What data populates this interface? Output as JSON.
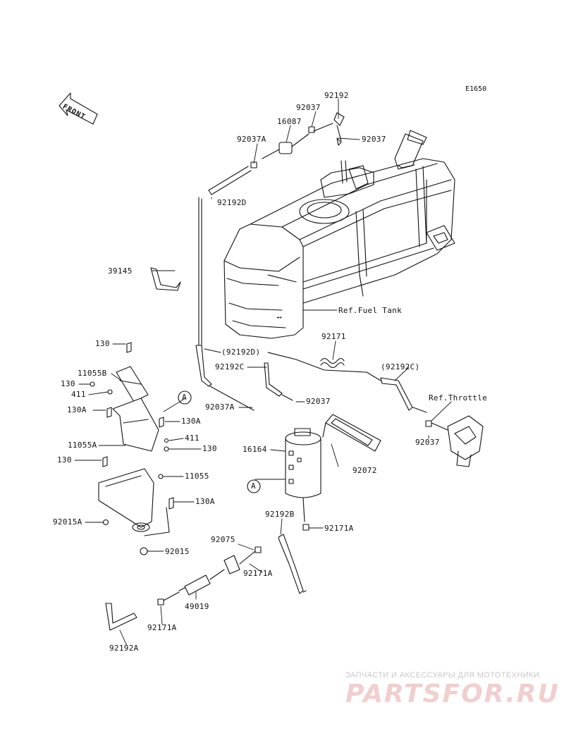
{
  "diagram": {
    "code": "E1650",
    "front_label": "FRONT",
    "callouts": [
      {
        "id": "92192-top",
        "text": "92192"
      },
      {
        "id": "92037-a",
        "text": "92037"
      },
      {
        "id": "16087",
        "text": "16087"
      },
      {
        "id": "92037-b",
        "text": "92037"
      },
      {
        "id": "92037A-top",
        "text": "92037A"
      },
      {
        "id": "92192D",
        "text": "92192D"
      },
      {
        "id": "39145",
        "text": "39145"
      },
      {
        "id": "ref-fuel-tank",
        "text": "Ref.Fuel Tank"
      },
      {
        "id": "92171",
        "text": "92171"
      },
      {
        "id": "130-a",
        "text": "130"
      },
      {
        "id": "92192D-paren",
        "text": "(92192D)"
      },
      {
        "id": "92192C",
        "text": "92192C"
      },
      {
        "id": "92192C-paren",
        "text": "(92192C)"
      },
      {
        "id": "11055B",
        "text": "11055B"
      },
      {
        "id": "130-b",
        "text": "130"
      },
      {
        "id": "411-a",
        "text": "411"
      },
      {
        "id": "ref-throttle",
        "text": "Ref.Throttle"
      },
      {
        "id": "92037A-mid",
        "text": "92037A"
      },
      {
        "id": "92037-c",
        "text": "92037"
      },
      {
        "id": "130A-a",
        "text": "130A"
      },
      {
        "id": "130A-b",
        "text": "130A"
      },
      {
        "id": "411-b",
        "text": "411"
      },
      {
        "id": "11055A",
        "text": "11055A"
      },
      {
        "id": "130-c",
        "text": "130"
      },
      {
        "id": "16164",
        "text": "16164"
      },
      {
        "id": "92037-d",
        "text": "92037"
      },
      {
        "id": "92072",
        "text": "92072"
      },
      {
        "id": "130-d",
        "text": "130"
      },
      {
        "id": "11055",
        "text": "11055"
      },
      {
        "id": "130A-c",
        "text": "130A"
      },
      {
        "id": "92192B",
        "text": "92192B"
      },
      {
        "id": "92015A",
        "text": "92015A"
      },
      {
        "id": "92171A-a",
        "text": "92171A"
      },
      {
        "id": "92075",
        "text": "92075"
      },
      {
        "id": "92015",
        "text": "92015"
      },
      {
        "id": "92171A-b",
        "text": "92171A"
      },
      {
        "id": "49019",
        "text": "49019"
      },
      {
        "id": "92171A-c",
        "text": "92171A"
      },
      {
        "id": "92192A",
        "text": "92192A"
      }
    ],
    "markers": [
      {
        "id": "A-upper",
        "text": "A"
      },
      {
        "id": "A-lower",
        "text": "A"
      }
    ]
  },
  "watermark": {
    "tagline": "ЗАПЧАСТИ И АКСЕССУАРЫ ДЛЯ МОТОТЕХНИКИ",
    "logo": "PARTSFOR.RU",
    "color": "#e8a8a8"
  }
}
